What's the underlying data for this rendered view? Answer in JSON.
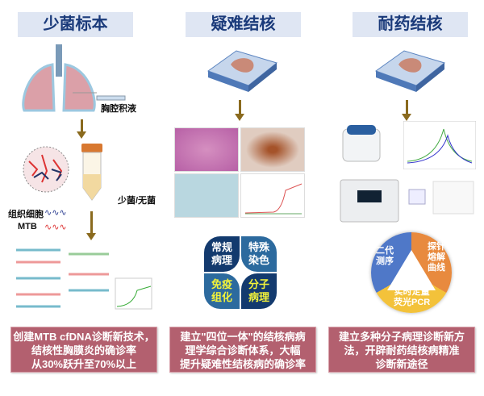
{
  "columns": [
    {
      "title": "少菌标本",
      "labels": {
        "fluid": "胸腔积液",
        "few": "少菌/无菌",
        "tissue": "组织细胞",
        "mtb": "MTB"
      },
      "summary": [
        "创建MTB cfDNA诊断新技术，",
        "结核性胸膜炎的确诊率",
        "从30%跃升至70%以上"
      ]
    },
    {
      "title": "疑难结核",
      "quadrants": [
        [
          "常规",
          "病理"
        ],
        [
          "特殊",
          "染色"
        ],
        [
          "免疫",
          "组化"
        ],
        [
          "分子",
          "病理"
        ]
      ],
      "summary": [
        "建立\"四位一体\"的结核病病",
        "理学综合诊断体系，大幅",
        "提升疑难性结核病的确诊率"
      ]
    },
    {
      "title": "耐药结核",
      "methods": [
        [
          "二代",
          "测序"
        ],
        [
          "探针",
          "熔解",
          "曲线"
        ],
        [
          "实时定量",
          "荧光PCR"
        ]
      ],
      "summary": [
        "建立多种分子病理诊断新方",
        "法，开辟耐药结核病精准",
        "诊断新途径"
      ]
    }
  ],
  "colors": {
    "header_bg": "#dfe6f3",
    "header_text": "#1a3a7a",
    "summary_bg": "#b3606f",
    "arrow": "#8a6a1e"
  }
}
